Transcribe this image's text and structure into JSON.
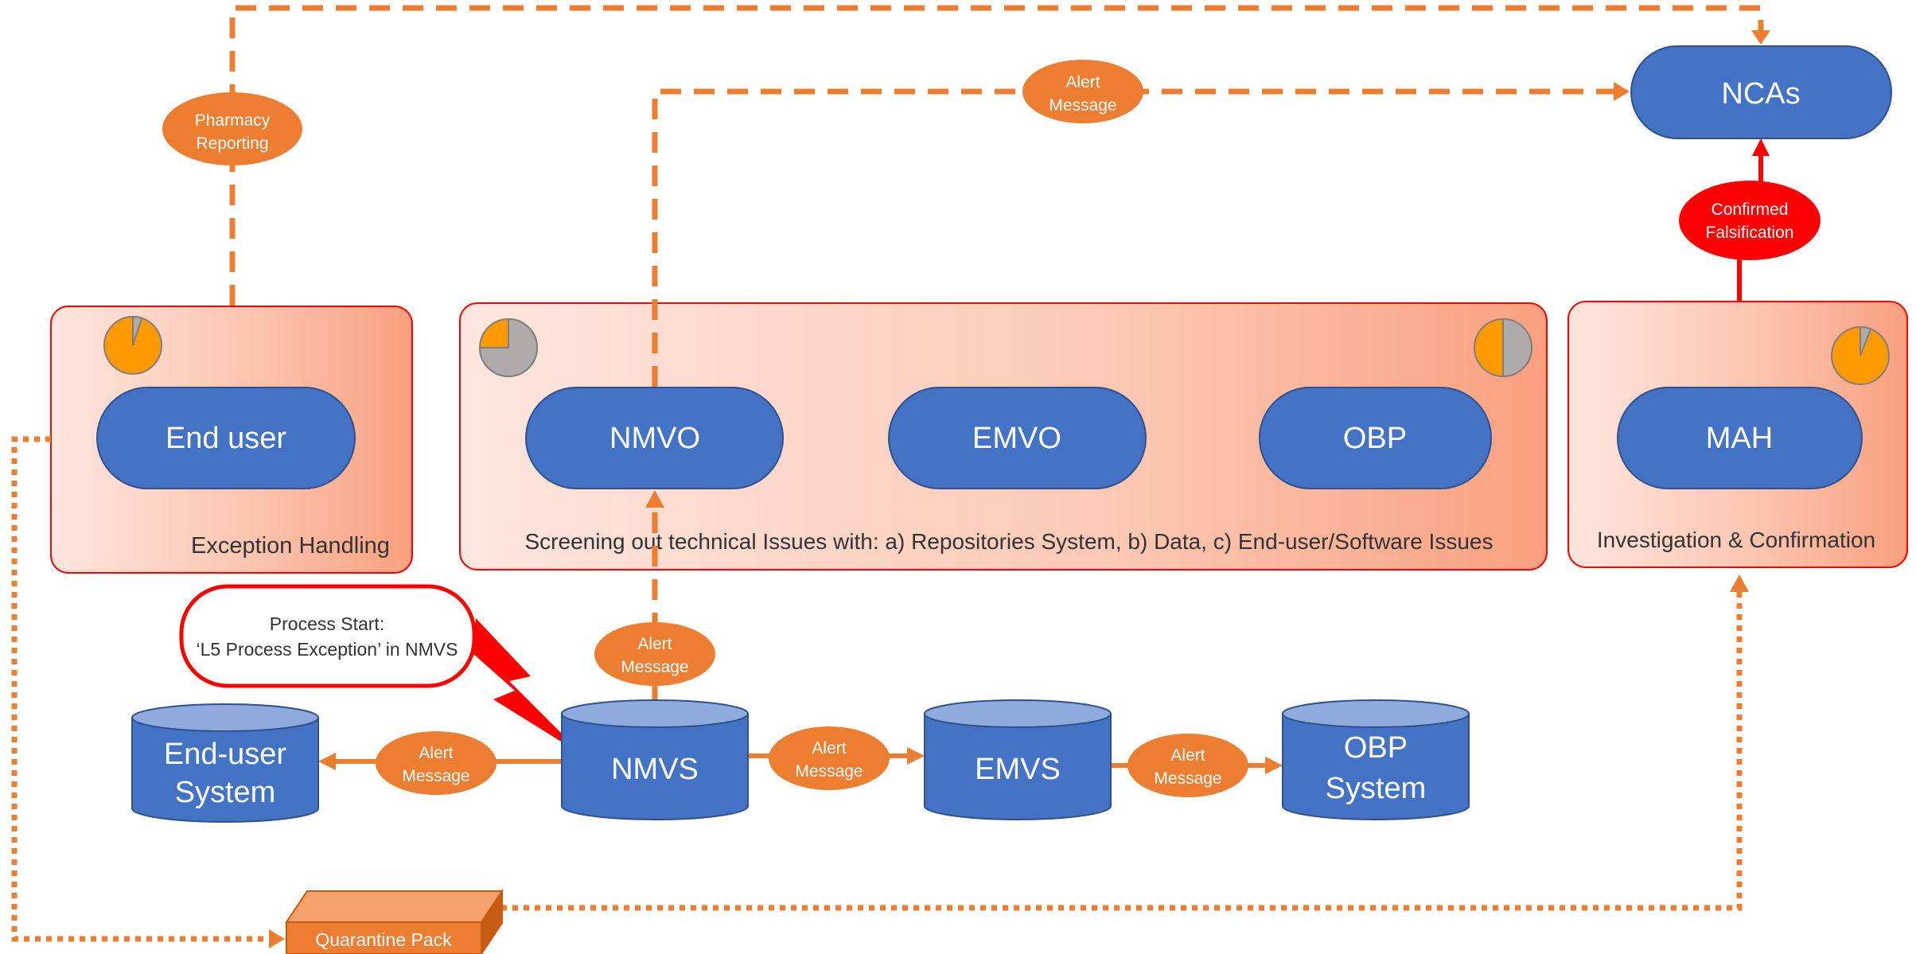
{
  "colors": {
    "orange": "#ED7D31",
    "blue": "#4472C4",
    "blue_light": "#8FAADC",
    "red": "#FF0000",
    "panel_light": "#FFE0D6",
    "panel_dark": "#F9A07F",
    "pie_orange": "#FF9900",
    "pie_grey": "#AFABAB",
    "quarantine_front": "#ED7D31",
    "quarantine_top": "#F4A16B",
    "quarantine_side": "#C55A11"
  },
  "panels": {
    "exception": "Exception Handling",
    "screening": "Screening out technical Issues with: a) Repositories System, b) Data, c) End-user/Software Issues",
    "investigation": "Investigation & Confirmation"
  },
  "actors": {
    "end_user": "End user",
    "nmvo": "NMVO",
    "emvo": "EMVO",
    "obp": "OBP",
    "mah": "MAH",
    "ncas": "NCAs"
  },
  "systems": {
    "end_user_system": [
      "End-user",
      "System"
    ],
    "nmvs": "NMVS",
    "emvs": "EMVS",
    "obp_system": [
      "OBP",
      "System"
    ]
  },
  "labels": {
    "pharmacy_reporting": [
      "Pharmacy",
      "Reporting"
    ],
    "alert_message": [
      "Alert",
      "Message"
    ],
    "confirmed_falsification": [
      "Confirmed",
      "Falsification"
    ]
  },
  "process_start": [
    "Process Start:",
    "‘L5 Process Exception’ in NMVS"
  ],
  "quarantine": "Quarantine Pack",
  "pies": {
    "exception": 0.05,
    "screening": 0.75,
    "screening_right": 0.5,
    "investigation": 0.06
  }
}
